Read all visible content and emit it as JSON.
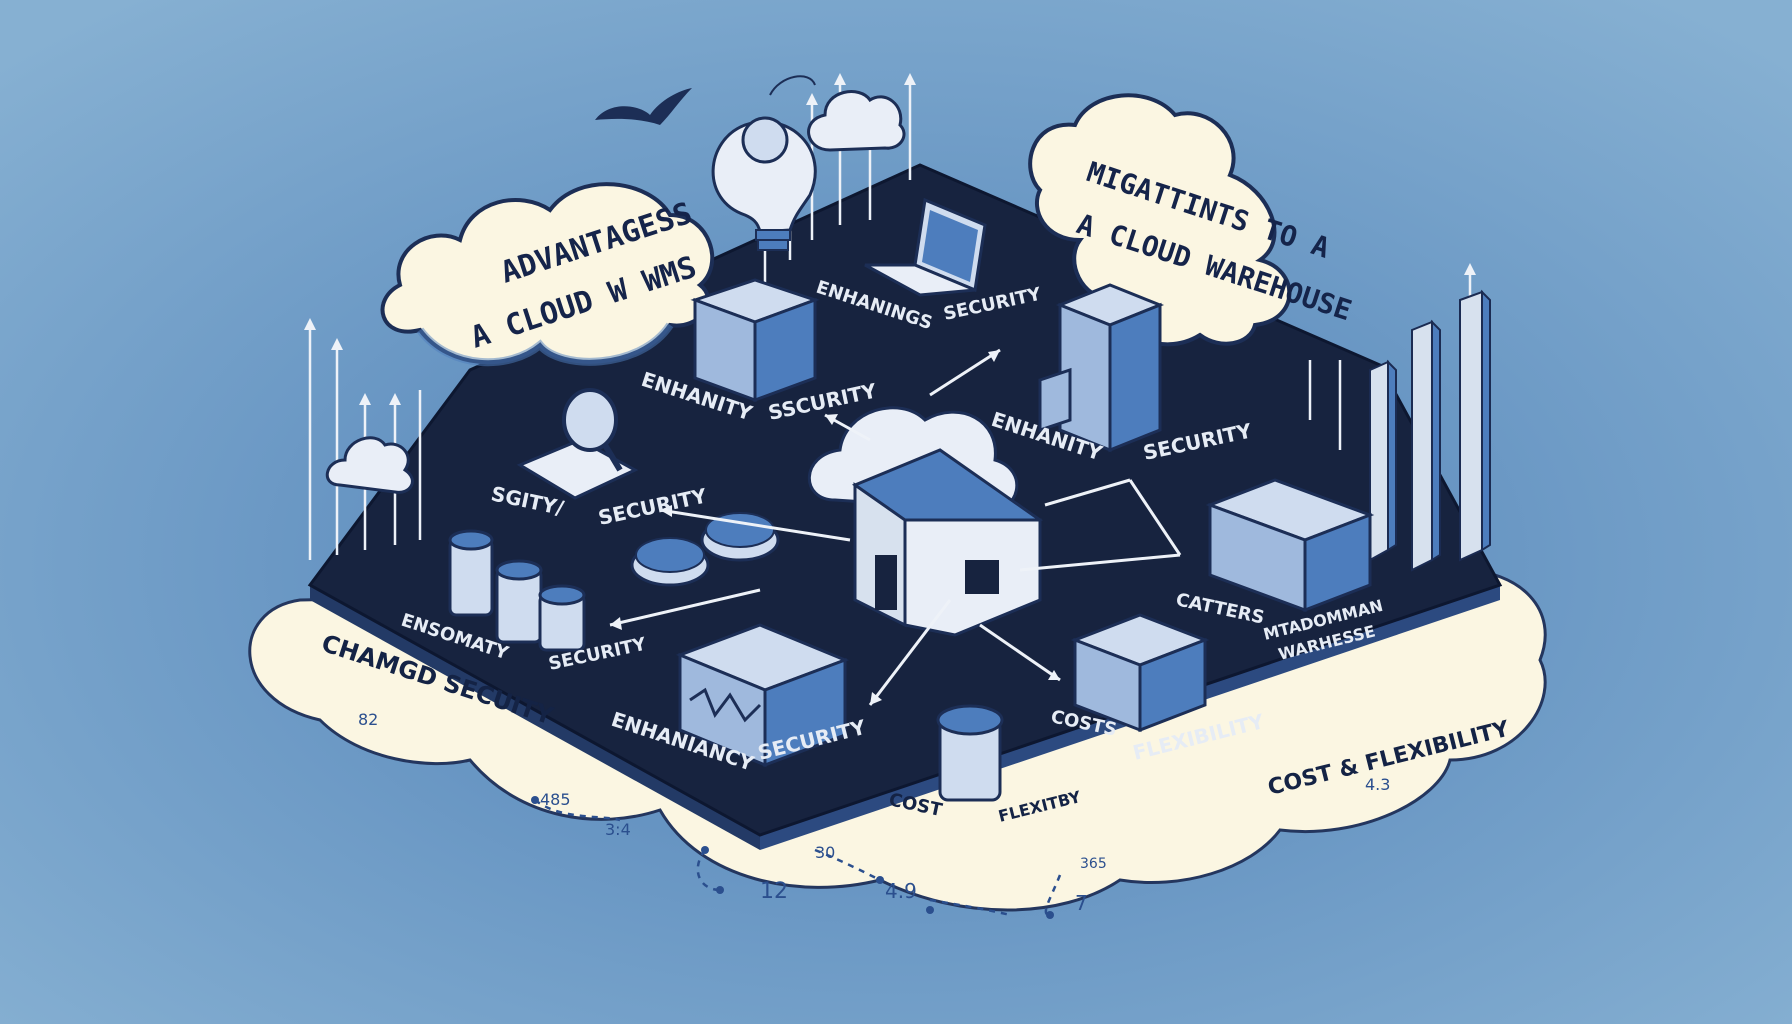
{
  "title_left": [
    "ADVANTAGESS",
    "A CLOUD W WMS"
  ],
  "title_right": [
    "MIGATTINTS TO A",
    "A CLOUD  WAREHOUSE"
  ],
  "board_labels": {
    "enhancings_top": "ENHANINGS",
    "security_top": "SECURITY",
    "enhanity_left": "ENHANITY",
    "security_left": "SSCURITY",
    "enhanity_right": "ENHANITY",
    "security_right": "SECURITY",
    "sgity": "SGITY/",
    "security_mid": "SECURITY",
    "catters": "CATTERS",
    "mtadomman": "MTADOMMAN",
    "warehesse": "WARHESSE",
    "ensomaty": "ENSOMATY",
    "security_low": "SECURITY",
    "enhaniancy": "ENHANIANCY",
    "security_bottom": "SECURITY",
    "costs": "COSTS",
    "flexibility": "FLEXIBILITY",
    "cost": "COST",
    "flexity": "FLEXITBY"
  },
  "cloud_captions": {
    "changed_security": "CHAMGD SECUITY",
    "cost_flexibility": "COST & FLEXIBILITY"
  },
  "numbers": {
    "n_82": "82",
    "n_485": "485",
    "n_34": "3:4",
    "n_30": "30",
    "n_12": "12",
    "n_49": "4.9",
    "n_365": "365",
    "n_7": "7",
    "n_43": "4.3"
  },
  "colors": {
    "background": "#7aa6cb",
    "board": "#17233f",
    "cloud": "#fbf6e2",
    "accent": "#4d7dbd",
    "ink": "#142345"
  }
}
